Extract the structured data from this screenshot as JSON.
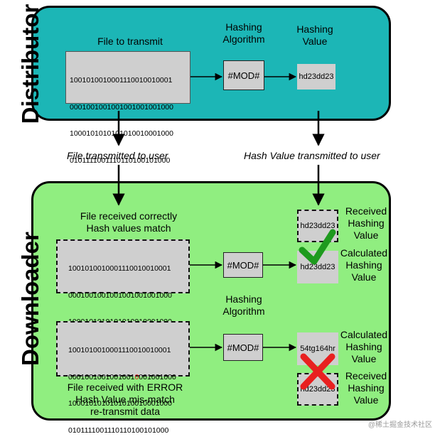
{
  "distributor": {
    "side_title": "Distributor",
    "file_label": "File to transmit",
    "file_bits": [
      "1001010010001110010010001",
      "0001001001001001001001000",
      "1000101010101010010001000",
      "0101111001110110100101000"
    ],
    "algo_header": "Hashing\nAlgorithm",
    "algo_box": "#MOD#",
    "value_header": "Hashing\nValue",
    "value_box": "hd23dd23"
  },
  "transit": {
    "file_label": "File transmitted to user",
    "hash_label": "Hash Value transmitted to user"
  },
  "downloader": {
    "side_title": "Downloader",
    "ok_caption": "File received correctly\nHash values match",
    "ok_bits": [
      "1001010010001110010010001",
      "0001001001001001001001000",
      "1000101010101010010001000",
      "0101111001110110100101000"
    ],
    "algo_box_1": "#MOD#",
    "algo_caption": "Hashing\nAlgorithm",
    "received_label_1": "Received\nHashing\nValue",
    "received_value_1": "hd23dd23",
    "calculated_label_1": "Calculated\nHashing\nValue",
    "calculated_value_1": "hd23dd23",
    "err_bits_line1": "1001010010001110010010001",
    "err_bits_line2_a": "0001001001001001",
    "err_bits_line2_b": "0",
    "err_bits_line2_c": "001001000",
    "err_bits_line3": "1000101010101010010001000",
    "err_bits_line4": "0101111001110110100101000",
    "algo_box_2": "#MOD#",
    "calculated_label_2": "Calculated\nHashing\nValue",
    "calculated_value_2": "54tg164hr",
    "received_label_2": "Received\nHashing\nValue",
    "received_value_2": "hd23dd23",
    "err_caption": "File received with ERROR\nHash Value mis-match\nre-transmit data"
  },
  "colors": {
    "distributor_bg": "#1cb6b6",
    "downloader_bg": "#90ee80",
    "check": "#1e9a1e",
    "cross": "#e82020",
    "error_bit": "#e02020"
  },
  "icons": {
    "match": "check-icon",
    "mismatch": "cross-icon"
  },
  "watermark": "@稀土掘金技术社区"
}
